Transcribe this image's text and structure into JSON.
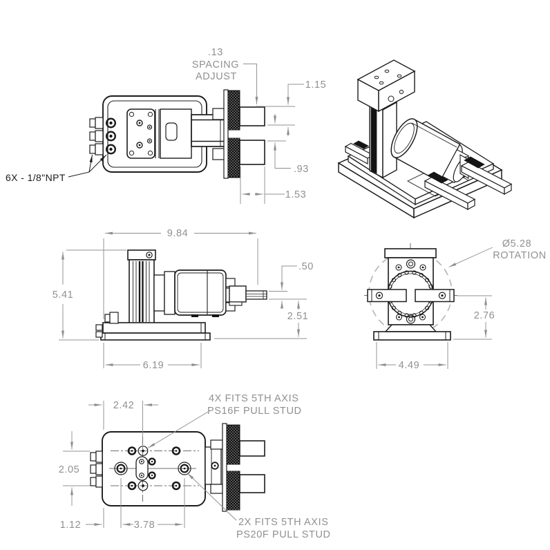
{
  "colors": {
    "line": "#1b1b1b",
    "dim": "#909090",
    "dashed": "#b7b7b7",
    "paper": "#ffffff"
  },
  "front_view": {
    "spacing_note": [
      ".13",
      "SPACING",
      "ADJUST"
    ],
    "npt_note": "6X - 1/8\"NPT",
    "dim_jaw_height": "1.15",
    "dim_jaw_gap": ".93",
    "dim_jaw_width": "1.53"
  },
  "side_view": {
    "dim_overall_width": "9.84",
    "dim_overall_height": "5.41",
    "dim_bar_thickness": ".50",
    "dim_bar_height": "2.51",
    "dim_base_width": "6.19"
  },
  "rotation_view": {
    "rotation_note": [
      "Ø5.28",
      "ROTATION"
    ],
    "dim_center_height": "2.76",
    "dim_base_width": "4.49"
  },
  "bottom_view": {
    "dim_stud_offset_x": "2.42",
    "dim_port_spacing": "2.05",
    "dim_edge_offset": "1.12",
    "dim_stud_span": "3.78",
    "note_4x": [
      "4X FITS 5TH AXIS",
      "PS16F PULL STUD"
    ],
    "note_2x": [
      "2X FITS 5TH AXIS",
      "PS20F PULL STUD"
    ]
  }
}
